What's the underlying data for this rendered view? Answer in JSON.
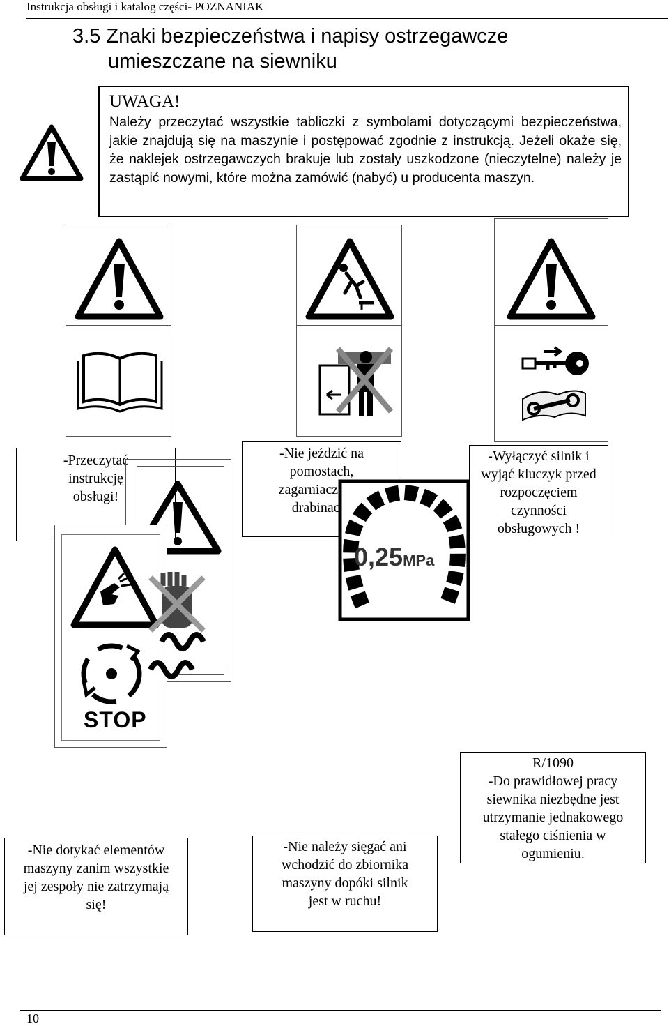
{
  "header": {
    "text": "Instrukcja obsługi i katalog części- POZNANIAK"
  },
  "title": {
    "line1": "3.5 Znaki bezpieczeństwa i napisy ostrzegawcze",
    "line2": "umieszczane na siewniku"
  },
  "warning": {
    "heading": "UWAGA!",
    "body": "Należy przeczytać wszystkie tabliczki z symbolami dotyczącymi bezpieczeństwa, jakie znajdują się na maszynie i postępować zgodnie z instrukcją. Jeżeli okaże się, że naklejek ostrzegawczych brakuje lub zostały uszkodzone (nieczytelne) należy je zastąpić nowymi, które można zamówić (nabyć) u producenta maszyn."
  },
  "captions": {
    "read_manual": "-Przeczytać instrukcję obsługi!",
    "no_riding": [
      "-Nie jeździć na",
      "pomostach,",
      "zagarniaczach i",
      "drabinach!"
    ],
    "turn_off": [
      "-Wyłączyć silnik i",
      "wyjąć kluczyk przed",
      "rozpoczęciem",
      "czynności",
      "obsługowych !"
    ],
    "no_touch": [
      "-Nie dotykać elementów",
      "maszyny zanim wszystkie",
      "jej zespoły nie zatrzymają",
      "się!"
    ],
    "no_reach": [
      "-Nie należy sięgać ani",
      "wchodzić do zbiornika",
      "maszyny dopóki silnik",
      "jest w ruchu!"
    ],
    "pressure": [
      "R/1090",
      "-Do prawidłowej pracy",
      "siewnika niezbędne jest",
      "utrzymanie jednakowego",
      "stałego ciśnienia w",
      "ogumieniu."
    ]
  },
  "signs": {
    "pressure_value": "0,25",
    "pressure_unit": "MPa",
    "stop_text": "STOP",
    "icons": [
      "warning-triangle-icon",
      "open-book-icon",
      "falling-person-icon",
      "no-standing-platform-icon",
      "key-icon",
      "wrench-icon",
      "hand-crush-icon",
      "no-touch-hand-icon",
      "rotating-arrows-icon",
      "tire-pressure-icon"
    ]
  },
  "footer": {
    "page_number": "10"
  }
}
